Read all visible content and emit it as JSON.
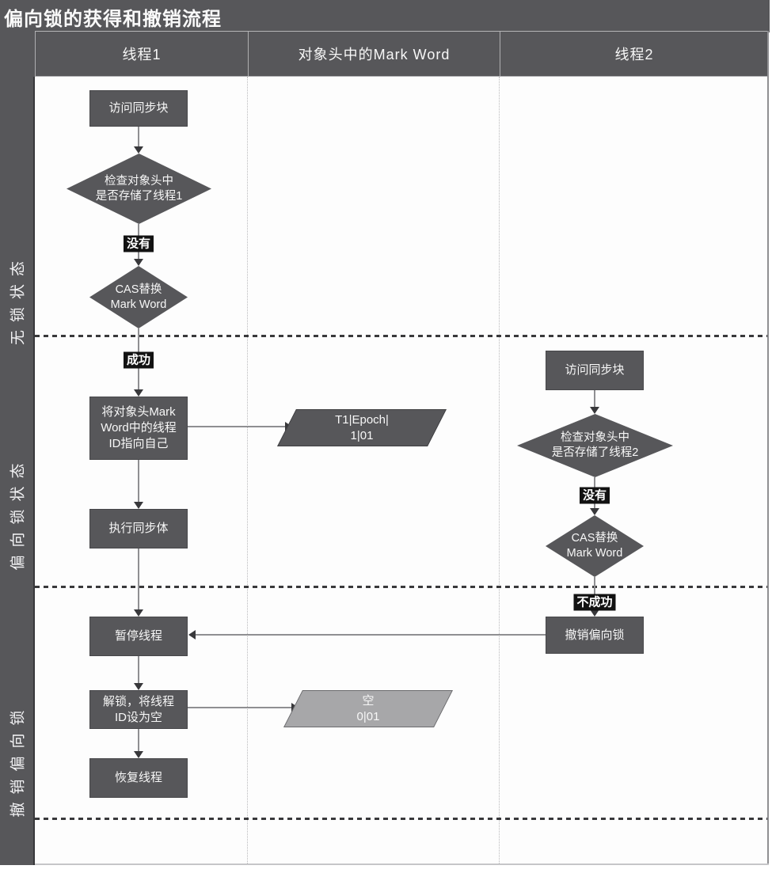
{
  "title": "偏向锁的获得和撤销流程",
  "lane_headers": {
    "thread1": "线程1",
    "markword": "对象头中的Mark Word",
    "thread2": "线程2"
  },
  "stages": {
    "lock_free": "无锁状态",
    "biased": "偏向锁状态",
    "revoke": "撤销偏向锁"
  },
  "thread1": {
    "access_sync": "访问同步块",
    "check_owner": "检查对象头中\n是否存储了线程1",
    "label_no": "没有",
    "cas_replace": "CAS替换\nMark Word",
    "label_success": "成功",
    "set_thread_id": "将对象头Mark\nWord中的线程\nID指向自己",
    "execute_sync": "执行同步体",
    "pause_thread": "暂停线程",
    "unlock_clear_id": "解锁，将线程\nID设为空",
    "resume_thread": "恢复线程"
  },
  "markword": {
    "biased_record": "T1|Epoch|\n1|01",
    "empty_record": "空\n0|01"
  },
  "thread2": {
    "access_sync": "访问同步块",
    "check_owner": "检查对象头中\n是否存储了线程2",
    "label_no": "没有",
    "cas_replace": "CAS替换\nMark Word",
    "label_fail": "不成功",
    "revoke_bias": "撤销偏向锁"
  },
  "colors": {
    "dark_fill": "#57575a",
    "badge_bg": "#121212",
    "light_fill": "#a7a7a9",
    "text": "#f7f7f7",
    "line": "#8f8f92"
  }
}
